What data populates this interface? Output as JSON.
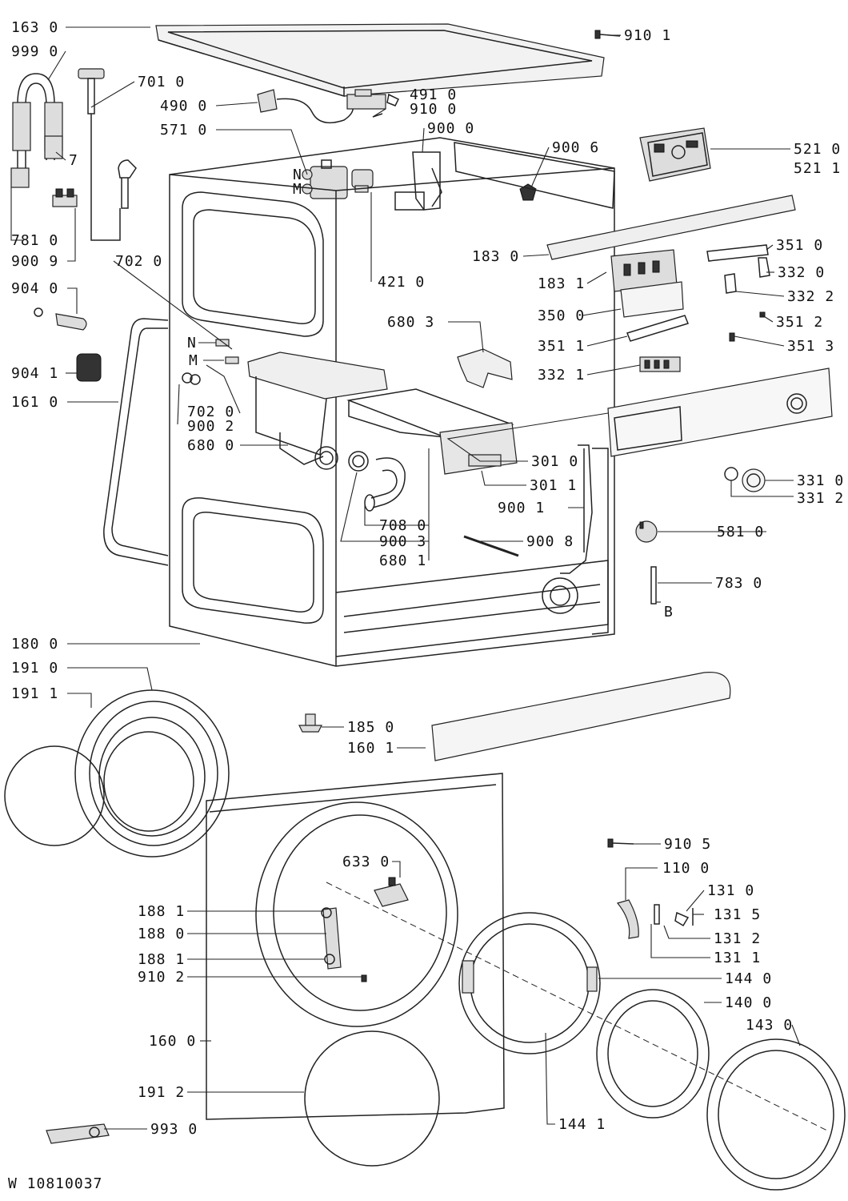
{
  "diagram_code": "W 10810037",
  "labels": [
    {
      "id": "L1630",
      "text": "163 0"
    },
    {
      "id": "L9990",
      "text": "999 0"
    },
    {
      "id": "L7010",
      "text": "701 0"
    },
    {
      "id": "L4900",
      "text": "490 0"
    },
    {
      "id": "L4910",
      "text": "491 0"
    },
    {
      "id": "L9100",
      "text": "910 0"
    },
    {
      "id": "L9101",
      "text": "910 1"
    },
    {
      "id": "L5710",
      "text": "571 0"
    },
    {
      "id": "L9000",
      "text": "900 0"
    },
    {
      "id": "L9006",
      "text": "900 6"
    },
    {
      "id": "L5210",
      "text": "521 0"
    },
    {
      "id": "L5211",
      "text": "521 1"
    },
    {
      "id": "L7",
      "text": "7"
    },
    {
      "id": "LN1",
      "text": "N"
    },
    {
      "id": "LM1",
      "text": "M"
    },
    {
      "id": "L7810",
      "text": "781 0"
    },
    {
      "id": "L9009",
      "text": "900 9"
    },
    {
      "id": "L7020a",
      "text": "702 0"
    },
    {
      "id": "L4210",
      "text": "421 0"
    },
    {
      "id": "L1830",
      "text": "183 0"
    },
    {
      "id": "L3510",
      "text": "351 0"
    },
    {
      "id": "L1831",
      "text": "183 1"
    },
    {
      "id": "L3320",
      "text": "332 0"
    },
    {
      "id": "L3322",
      "text": "332 2"
    },
    {
      "id": "L3500",
      "text": "350 0"
    },
    {
      "id": "L3512",
      "text": "351 2"
    },
    {
      "id": "L9040",
      "text": "904 0"
    },
    {
      "id": "L6803",
      "text": "680 3"
    },
    {
      "id": "L3511",
      "text": "351 1"
    },
    {
      "id": "L3513",
      "text": "351 3"
    },
    {
      "id": "LN2",
      "text": "N"
    },
    {
      "id": "LM2",
      "text": "M"
    },
    {
      "id": "L9041",
      "text": "904 1"
    },
    {
      "id": "L3321",
      "text": "332 1"
    },
    {
      "id": "L1610",
      "text": "161 0"
    },
    {
      "id": "L7020b",
      "text": "702 0"
    },
    {
      "id": "L9002",
      "text": "900 2"
    },
    {
      "id": "L6800",
      "text": "680 0"
    },
    {
      "id": "L3010",
      "text": "301 0"
    },
    {
      "id": "L3011",
      "text": "301 1"
    },
    {
      "id": "L3310",
      "text": "331 0"
    },
    {
      "id": "L3312",
      "text": "331 2"
    },
    {
      "id": "L9001",
      "text": "900 1"
    },
    {
      "id": "L7080",
      "text": "708 0"
    },
    {
      "id": "L5810",
      "text": "581 0"
    },
    {
      "id": "L9003",
      "text": "900 3"
    },
    {
      "id": "L9008",
      "text": "900 8"
    },
    {
      "id": "L6801",
      "text": "680 1"
    },
    {
      "id": "L7830",
      "text": "783 0"
    },
    {
      "id": "LB",
      "text": "B"
    },
    {
      "id": "L1800",
      "text": "180 0"
    },
    {
      "id": "L1910",
      "text": "191 0"
    },
    {
      "id": "L1911",
      "text": "191 1"
    },
    {
      "id": "L1850",
      "text": "185 0"
    },
    {
      "id": "L1601",
      "text": "160 1"
    },
    {
      "id": "L9105",
      "text": "910 5"
    },
    {
      "id": "L6330",
      "text": "633 0"
    },
    {
      "id": "L1100",
      "text": "110 0"
    },
    {
      "id": "L1310",
      "text": "131 0"
    },
    {
      "id": "L1881a",
      "text": "188 1"
    },
    {
      "id": "L1315",
      "text": "131 5"
    },
    {
      "id": "L1880",
      "text": "188 0"
    },
    {
      "id": "L1312",
      "text": "131 2"
    },
    {
      "id": "L1881b",
      "text": "188 1"
    },
    {
      "id": "L1311",
      "text": "131 1"
    },
    {
      "id": "L9102",
      "text": "910 2"
    },
    {
      "id": "L1440",
      "text": "144 0"
    },
    {
      "id": "L1400",
      "text": "140 0"
    },
    {
      "id": "L1600",
      "text": "160 0"
    },
    {
      "id": "L1430",
      "text": "143 0"
    },
    {
      "id": "L1912",
      "text": "191 2"
    },
    {
      "id": "L9930",
      "text": "993 0"
    },
    {
      "id": "L1441",
      "text": "144 1"
    }
  ]
}
